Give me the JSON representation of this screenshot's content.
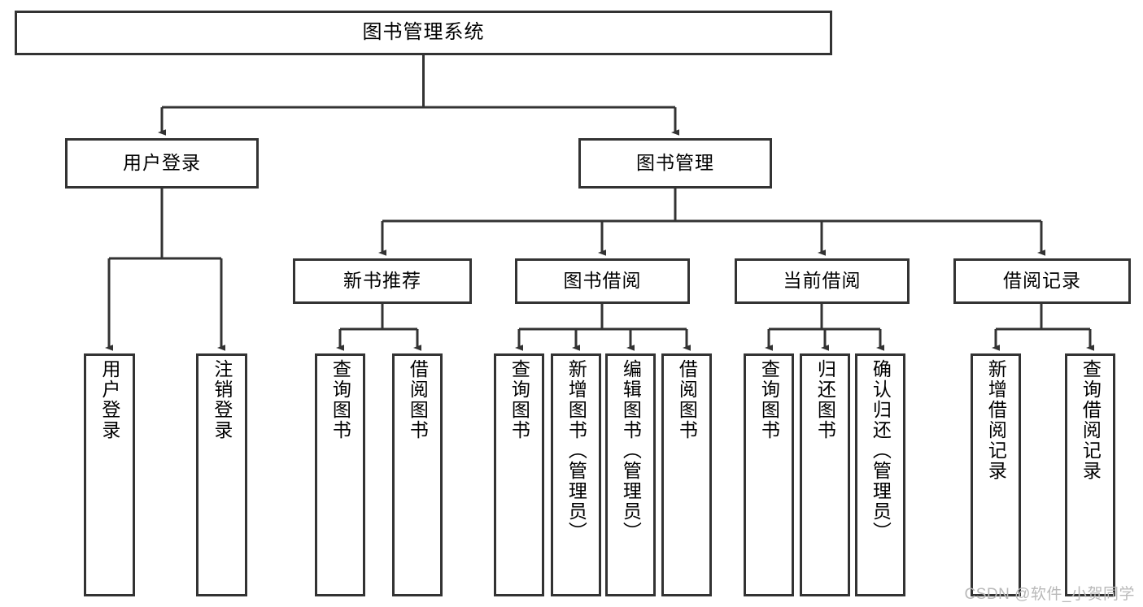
{
  "diagram": {
    "title": "图书管理系统",
    "type": "hierarchy-tree",
    "stroke_color": "#333333",
    "fill_color": "#ffffff",
    "text_color": "#000000"
  },
  "nodes": {
    "root": {
      "label": "图书管理系统"
    },
    "level2": [
      {
        "label": "用户登录"
      },
      {
        "label": "图书管理"
      }
    ],
    "level3": [
      {
        "label": "新书推荐"
      },
      {
        "label": "图书借阅"
      },
      {
        "label": "当前借阅"
      },
      {
        "label": "借阅记录"
      }
    ],
    "leaves": [
      {
        "label": "用户登录"
      },
      {
        "label": "注销登录"
      },
      {
        "label": "查询图书"
      },
      {
        "label": "借阅图书"
      },
      {
        "label": "查询图书"
      },
      {
        "label": "新增图书（管理员）"
      },
      {
        "label": "编辑图书（管理员）"
      },
      {
        "label": "借阅图书"
      },
      {
        "label": "查询图书"
      },
      {
        "label": "归还图书"
      },
      {
        "label": "确认归还（管理员）"
      },
      {
        "label": "新增借阅记录"
      },
      {
        "label": "查询借阅记录"
      }
    ]
  },
  "watermark": {
    "text": "CSDN @软件_小贺同学"
  }
}
